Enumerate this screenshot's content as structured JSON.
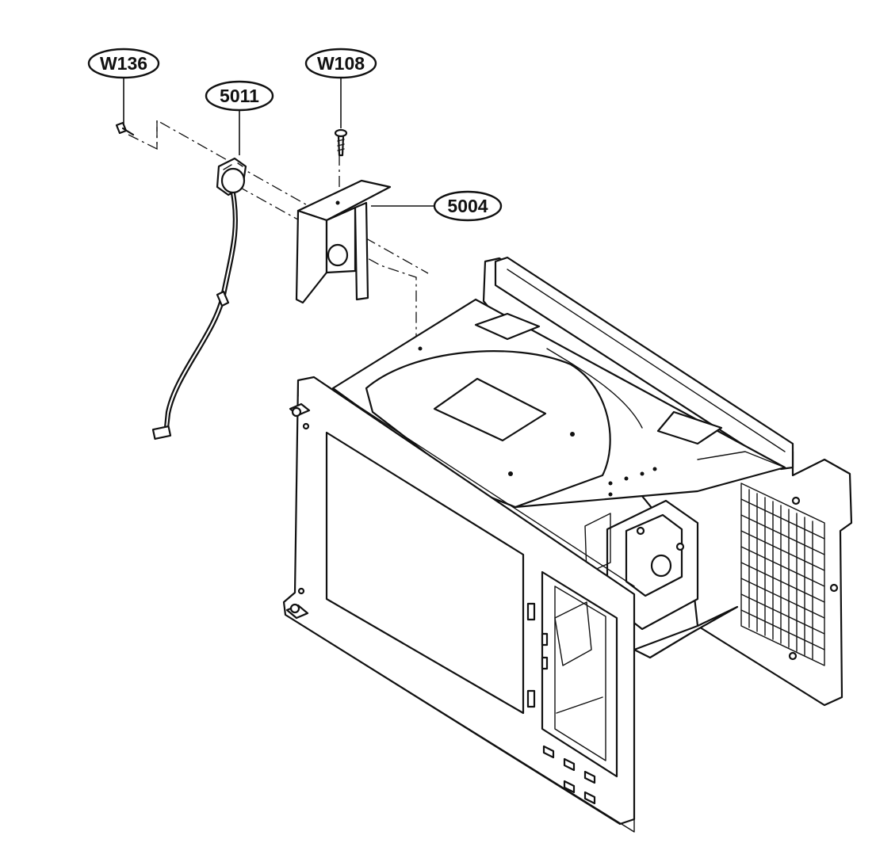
{
  "callouts": [
    {
      "id": "w136",
      "label": "W136"
    },
    {
      "id": "p5011",
      "label": "5011"
    },
    {
      "id": "w108",
      "label": "W108"
    },
    {
      "id": "p5004",
      "label": "5004"
    }
  ]
}
